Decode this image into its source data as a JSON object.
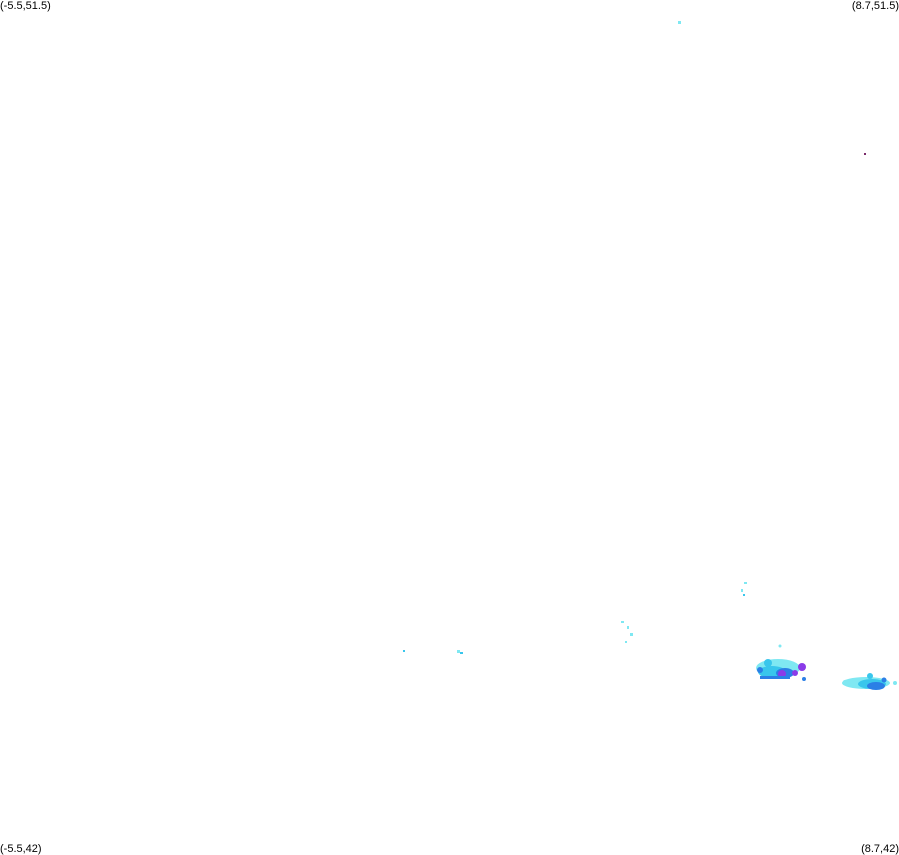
{
  "map": {
    "corners": {
      "top_left": "(-5.5,51.5)",
      "top_right": "(8.7,51.5)",
      "bottom_left": "(-5.5,42)",
      "bottom_right": "(8.7,42)"
    },
    "colors": {
      "background": "#ffffff",
      "light_echo": "#7fe8f2",
      "medium_echo": "#39c6ec",
      "strong_echo": "#2b7fe6",
      "heavy_echo": "#8a3be8",
      "marker": "#7a2a6a"
    }
  }
}
